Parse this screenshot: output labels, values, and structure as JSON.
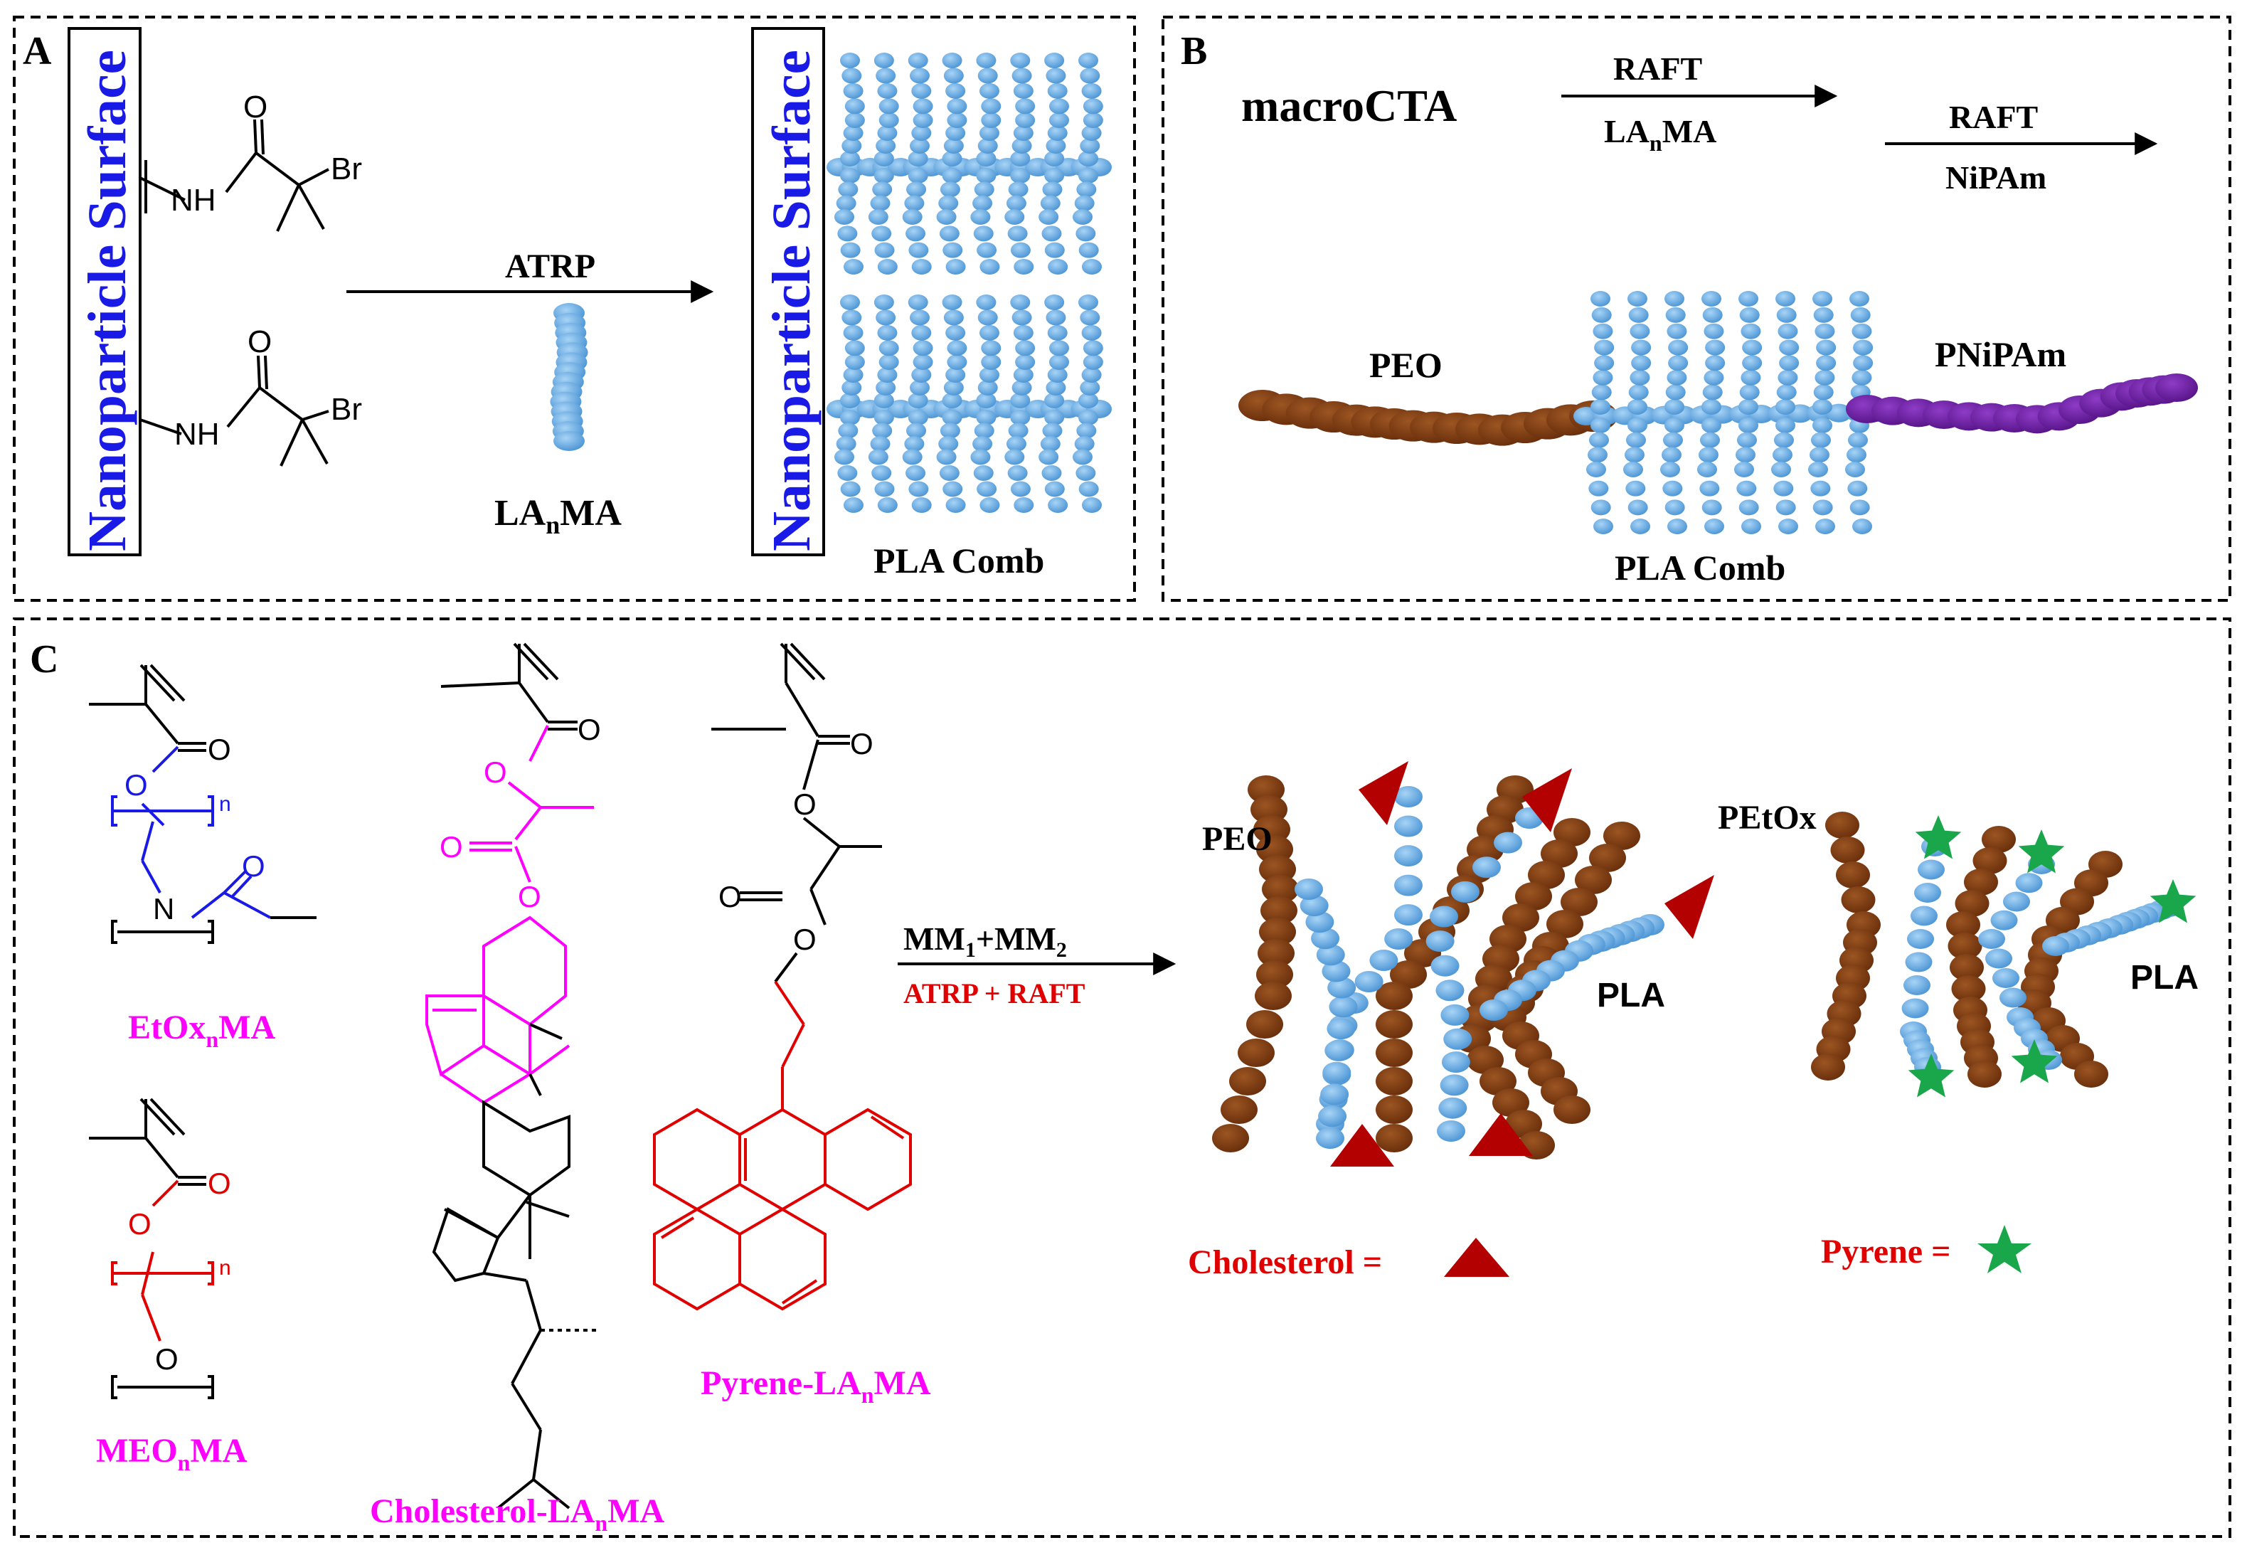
{
  "panels": {
    "A": {
      "letter": "A",
      "surface_label": "Nanoparticle Surface",
      "atom_nh": "NH",
      "atom_o": "O",
      "atom_br": "Br",
      "reaction": "ATRP",
      "monomer": "LA",
      "monomer_sub": "n",
      "monomer_tail": "MA",
      "product": "PLA Comb"
    },
    "B": {
      "letter": "B",
      "start": "macroCTA",
      "step1_top": "RAFT",
      "step1_bottom": "LA",
      "step1_bottom_sub": "n",
      "step1_bottom_tail": "MA",
      "step2_top": "RAFT",
      "step2_bottom": "NiPAm",
      "block_peo": "PEO",
      "block_pnipam": "PNiPAm",
      "block_pla": "PLA Comb"
    },
    "C": {
      "letter": "C",
      "atom_o": "O",
      "atom_n": "N",
      "repeat_n": "n",
      "m1_a": "EtOx",
      "m1_sub": "n",
      "m1_b": "MA",
      "m2_a": "MEO",
      "m2_sub": "n",
      "m2_b": "MA",
      "m3_a": "Cholesterol-LA",
      "m3_sub": "n",
      "m3_b": "MA",
      "m4_a": "Pyrene-LA",
      "m4_sub": "n",
      "m4_b": "MA",
      "arrow_top_a": "MM",
      "arrow_top_s1": "1",
      "arrow_top_b": "+MM",
      "arrow_top_s2": "2",
      "arrow_bottom": "ATRP + RAFT",
      "peo": "PEO",
      "pla1": "PLA",
      "petox": "PEtOx",
      "pla2": "PLA",
      "legend_chol": "Cholesterol =",
      "legend_pyrene": "Pyrene ="
    }
  },
  "colors": {
    "pla_blue": "#6aaee6",
    "peo_brown": "#7a3b12",
    "pnipam_purple": "#6a1fa0",
    "surface_blue": "#1a1ae6",
    "magenta": "#ff00ff",
    "red": "#e00000",
    "cholesterol_red": "#b30000",
    "pyrene_green": "#1aa64a"
  }
}
